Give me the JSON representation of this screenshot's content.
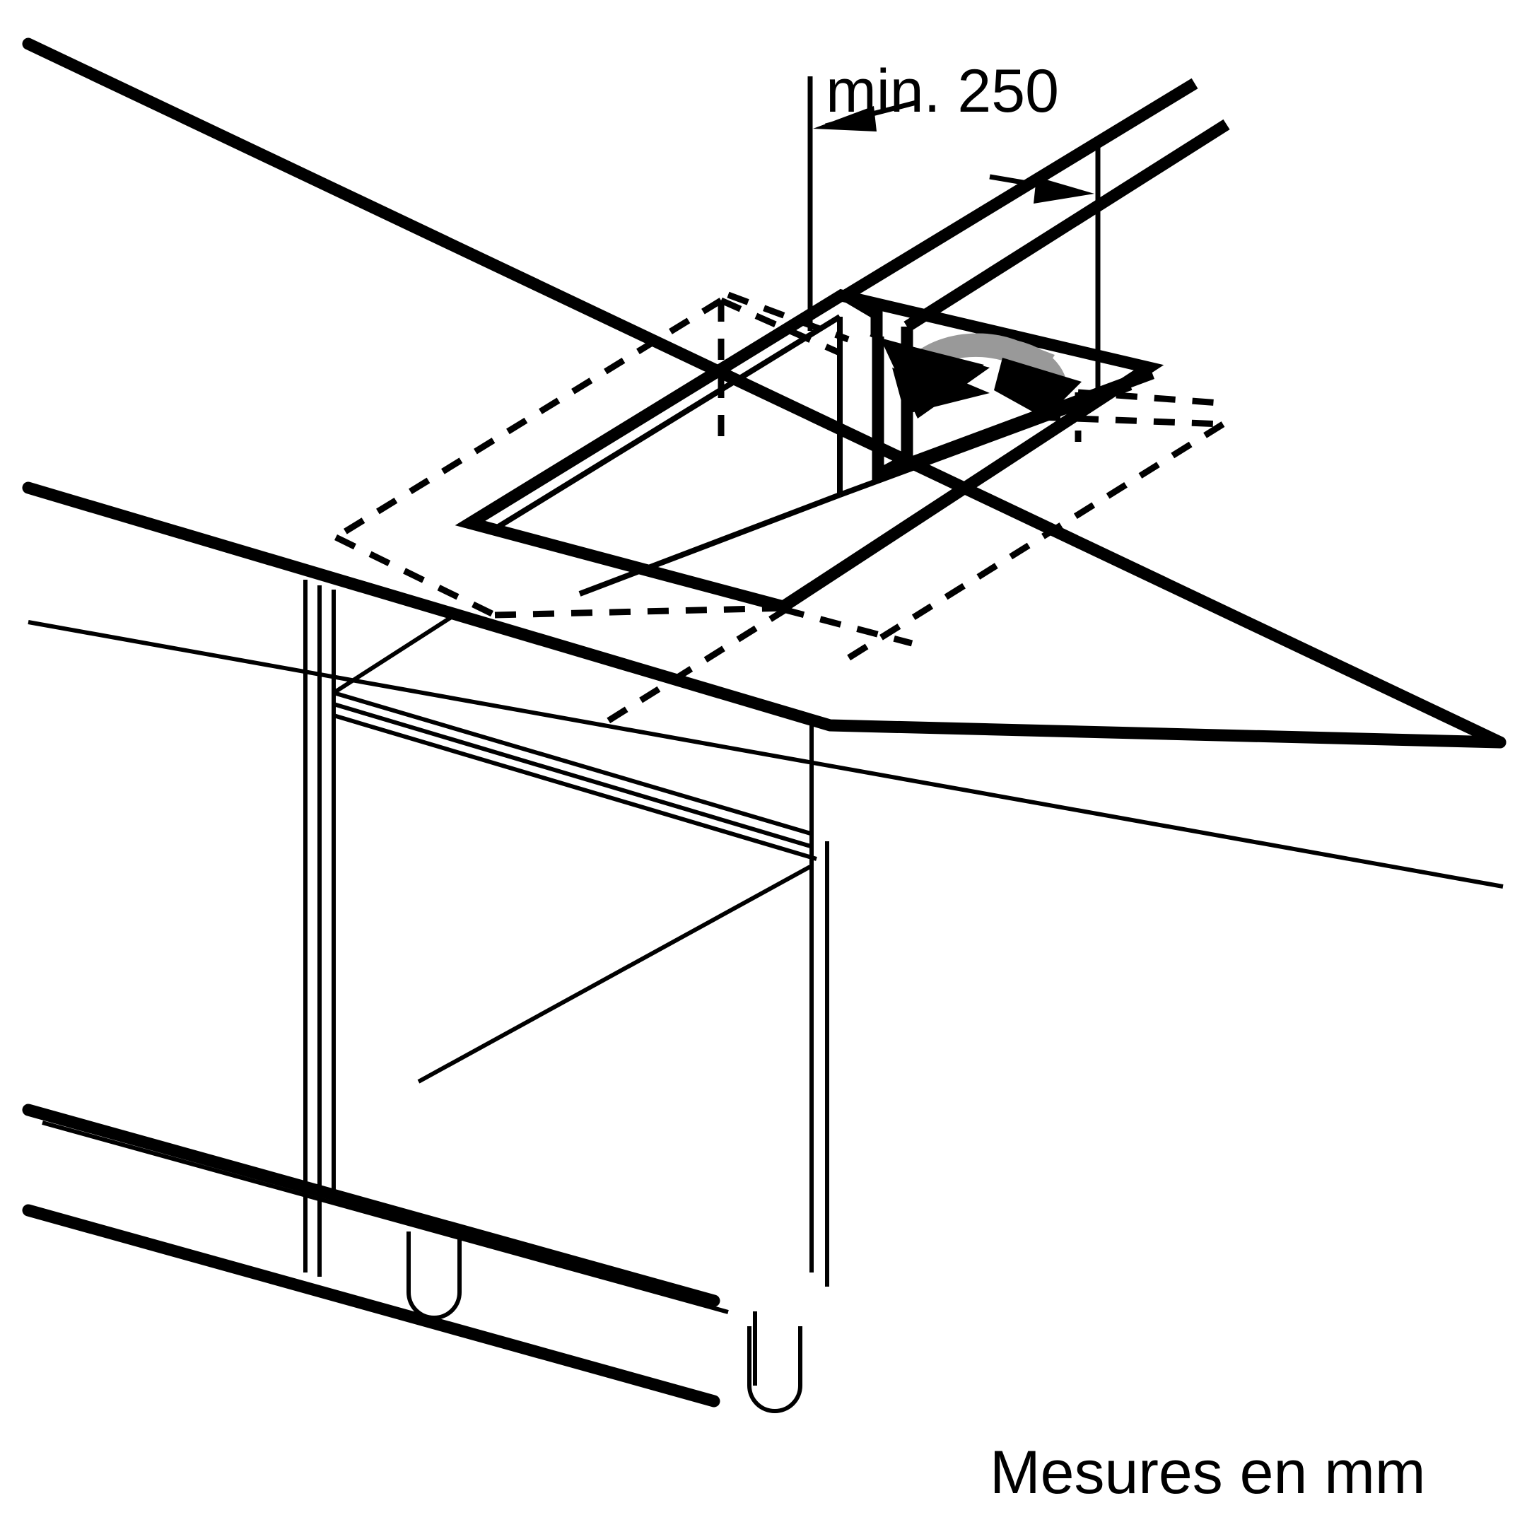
{
  "diagram": {
    "title": "Cooktop worktop cutout installation diagram",
    "dimension": {
      "label": "min. 250",
      "value": 250,
      "qualifier": "min.",
      "unit": "mm"
    },
    "caption": "Mesures en mm",
    "airflow_arrow": {
      "name": "bidirectional-airflow-arrow",
      "head_color": "#000000",
      "band_color": "#999999"
    },
    "colors": {
      "line": "#000000",
      "background": "#ffffff",
      "accent_gray": "#999999"
    },
    "parts": {
      "worktop": "Worktop / countertop",
      "cutout": "Worktop cutout",
      "cabinet": "Base cabinet",
      "cabinet_feet": "Adjustable cabinet feet",
      "hidden_outline": "Hidden appliance outline"
    }
  }
}
